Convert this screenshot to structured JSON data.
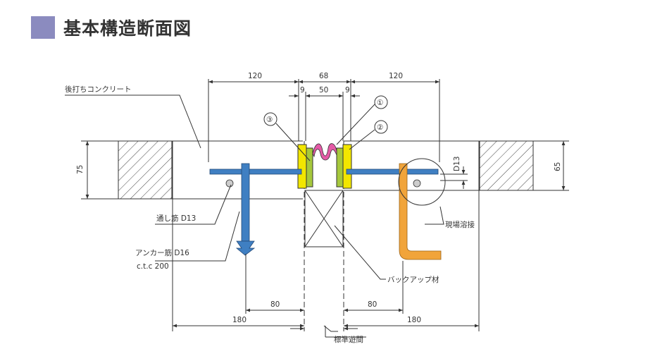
{
  "title": "基本構造断面図",
  "dimensions": {
    "top_left": "120",
    "top_center": "68",
    "top_right": "120",
    "gap_left": "9",
    "gap_center": "50",
    "gap_right": "9",
    "left_height": "75",
    "right_height": "65",
    "rebar_dia": "D13",
    "bottom_left_80": "80",
    "bottom_right_80": "80",
    "bottom_left_180": "180",
    "bottom_right_180": "180"
  },
  "labels": {
    "concrete": "後打ちコンクリート",
    "through_rebar": "通し筋 D13",
    "anchor_rebar": "アンカー筋 D16",
    "anchor_pitch": "c.t.c 200",
    "site_weld": "現場溶接",
    "backup": "バックアップ材",
    "standard_gap": "標準遊間"
  },
  "callouts": [
    "①",
    "②",
    "③"
  ],
  "colors": {
    "title_square": "#8b8bbf",
    "yellow_frame": "#f2e600",
    "green_frame": "#a6c83c",
    "pink_seal": "#e45aa6",
    "blue_rebar": "#3f7fc2",
    "orange_rebar": "#f1a43a"
  }
}
